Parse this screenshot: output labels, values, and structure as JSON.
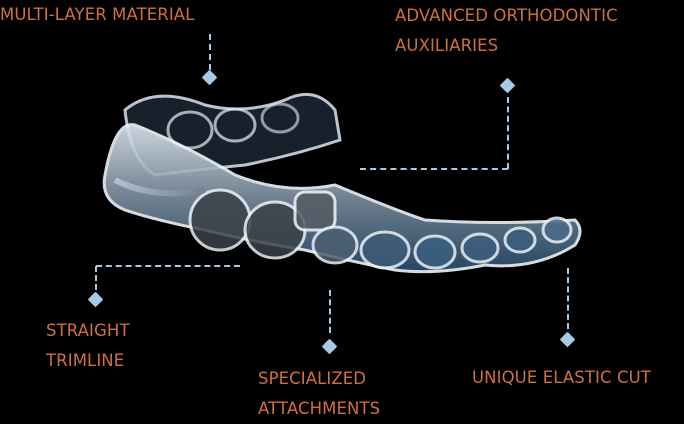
{
  "labels": {
    "multi_layer": {
      "line1": "MULTI-LAYER MATERIAL"
    },
    "advanced": {
      "line1": "ADVANCED ORTHODONTIC",
      "line2": "AUXILIARIES"
    },
    "straight": {
      "line1": "STRAIGHT",
      "line2": "TRIMLINE"
    },
    "specialized": {
      "line1": "SPECIALIZED",
      "line2": "ATTACHMENTS"
    },
    "unique": {
      "line1": "UNIQUE ELASTIC CUT"
    }
  },
  "colors": {
    "label": "#d0703e",
    "connector": "#a8cae6",
    "background": "#000000"
  },
  "image": {
    "subject": "clear-aligner-tray"
  }
}
